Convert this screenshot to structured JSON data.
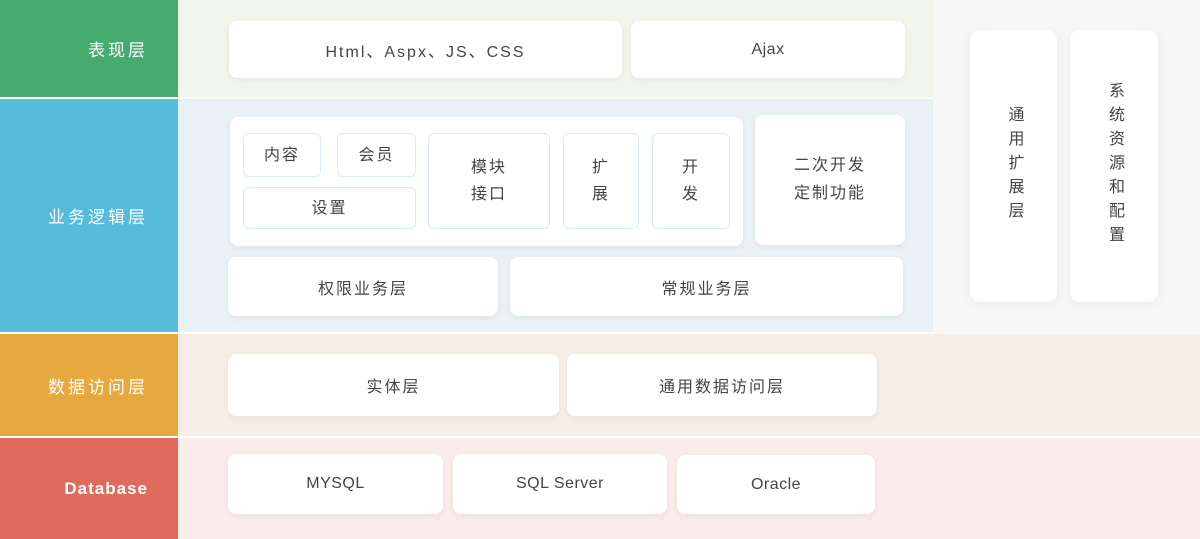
{
  "colors": {
    "presentation_accent": "#46ab6e",
    "business_accent": "#57bcdb",
    "data_access_accent": "#e6a93f",
    "database_accent": "#df6b5d",
    "presentation_bg": "#f1f5eb",
    "business_bg": "#eaf1f5",
    "data_access_bg": "#f4eee6",
    "database_bg": "#f9eceb",
    "side_panel_bg": "#f7f7f7",
    "chip_border": "#d9edf6",
    "text": "#444444"
  },
  "sidebar": {
    "presentation": "表现层",
    "business": "业务逻辑层",
    "data_access": "数据访问层",
    "database": "Database"
  },
  "presentation_layer": {
    "web_technologies": "Html、Aspx、JS、CSS",
    "ajax": "Ajax"
  },
  "business_layer": {
    "modules": {
      "content": "内容",
      "member": "会员",
      "settings": "设置",
      "module_interface": [
        "模块",
        "接口"
      ],
      "extension": [
        "扩",
        "展"
      ],
      "development": [
        "开",
        "发"
      ]
    },
    "secondary_development": [
      "二次开发",
      "定制功能"
    ],
    "permission_business": "权限业务层",
    "general_business": "常规业务层"
  },
  "data_access_layer": {
    "entity": "实体层",
    "generic_data_access": "通用数据访问层"
  },
  "database_layer": {
    "mysql": "MYSQL",
    "sql_server": "SQL Server",
    "oracle": "Oracle"
  },
  "side_panel": {
    "general_extension": "通用扩展层",
    "system_resources": "系统资源和配置"
  }
}
